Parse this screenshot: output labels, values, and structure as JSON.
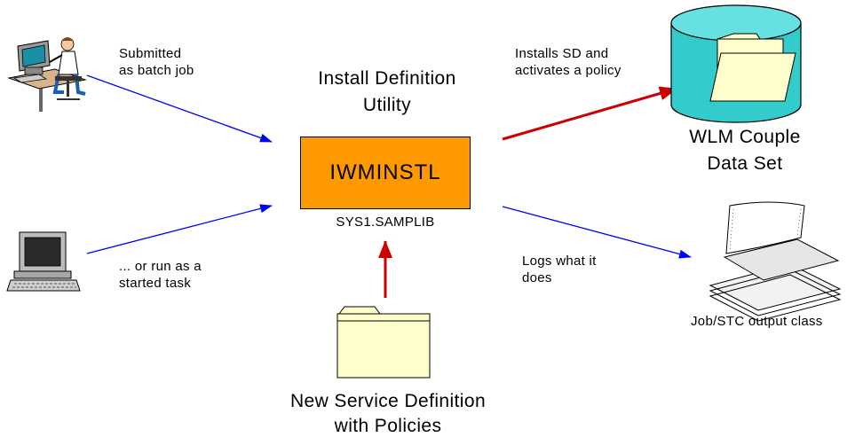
{
  "utility_title_line1": "Install Definition",
  "utility_title_line2": "Utility",
  "utility_box_label": "IWMINSTL",
  "utility_library": "SYS1.SAMPLIB",
  "batch_label_line1": "Submitted",
  "batch_label_line2": "as batch job",
  "started_task_label_line1": "... or run as a",
  "started_task_label_line2": "started task",
  "install_label_line1": "Installs SD and",
  "install_label_line2": "activates a policy",
  "logs_label_line1": "Logs what it",
  "logs_label_line2": "does",
  "couple_data_set_line1": "WLM Couple",
  "couple_data_set_line2": "Data Set",
  "output_class_label": "Job/STC output class",
  "service_definition_line1": "New Service Definition",
  "service_definition_line2": "with Policies",
  "colors": {
    "utility_box": "#ff9900",
    "data_set_cylinder": "#33cccc",
    "folder": "#ffffcc",
    "blue_arrow": "#0000ff",
    "red_arrow": "#cc0000"
  },
  "icons": [
    "person-at-computer-icon",
    "terminal-icon",
    "cylinder-icon",
    "folder-icon",
    "printout-icon"
  ]
}
